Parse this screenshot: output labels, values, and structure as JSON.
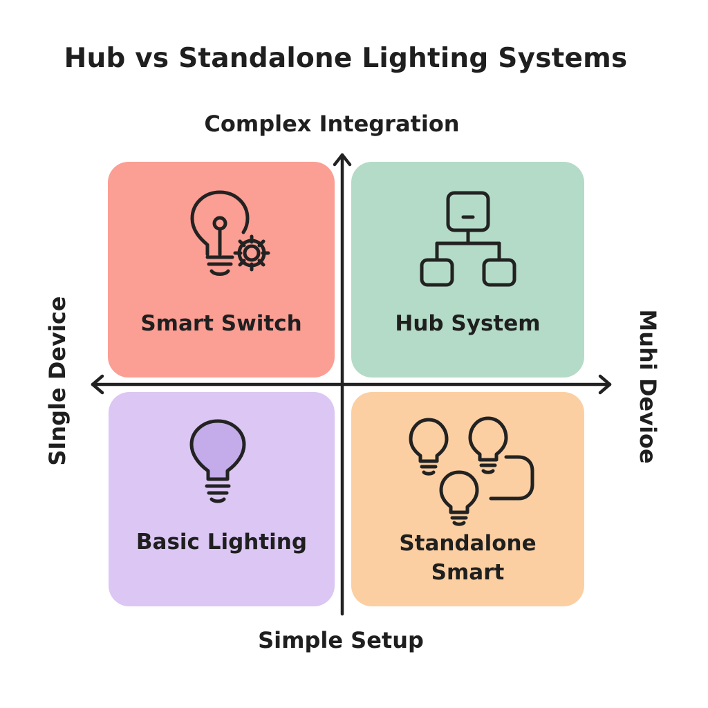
{
  "title": "Hub vs Standalone Lighting Systems",
  "axes": {
    "top": "Complex Integration",
    "bottom": "Simple Setup",
    "left": "SIngle Device",
    "right": "Muhi Devioe"
  },
  "quadrants": {
    "top_left": {
      "label": "Smart Switch",
      "icon": "lightbulb-gear-icon",
      "color": "#fb9e93"
    },
    "top_right": {
      "label": "Hub System",
      "icon": "hub-network-icon",
      "color": "#b4dbc7"
    },
    "bottom_left": {
      "label": "Basic Lighting",
      "icon": "lightbulb-icon",
      "color": "#dbc6f4"
    },
    "bottom_right": {
      "label_line1": "Standalone",
      "label_line2": "Smart",
      "icon": "multiple-bulbs-icon",
      "color": "#fbcfa2"
    }
  },
  "colors": {
    "text": "#1f1f1f",
    "axis": "#222222"
  }
}
